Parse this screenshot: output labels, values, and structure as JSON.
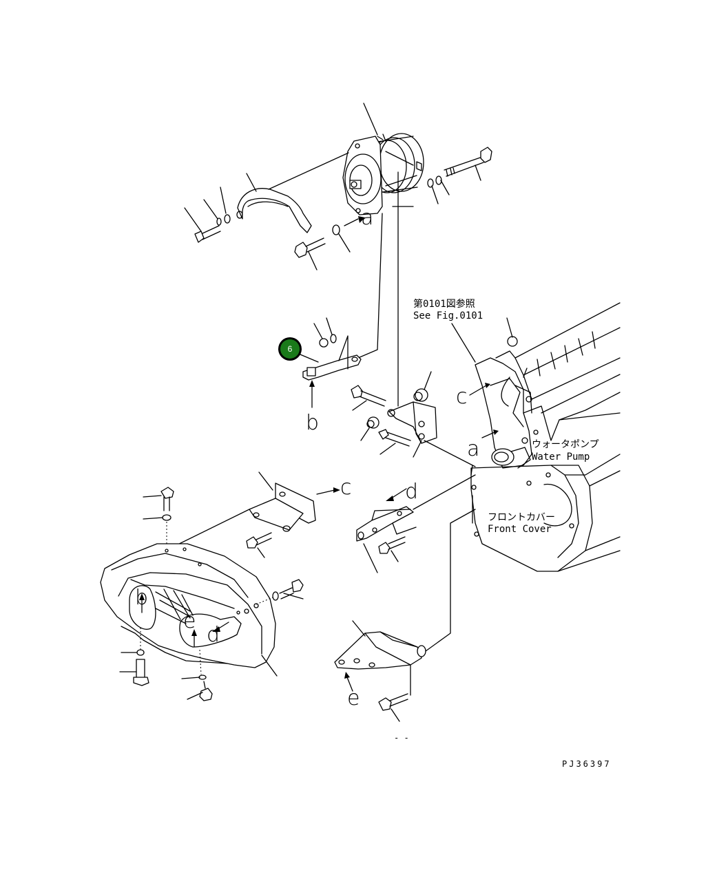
{
  "figure_code": "PJ36397",
  "callout": {
    "number": "6",
    "color": "#1a7a1a",
    "ring_color": "#000000"
  },
  "references": [
    {
      "jp": "第0101図参照",
      "en": "See Fig.0101"
    },
    {
      "jp": "ウォータポンプ",
      "en": "Water Pump"
    },
    {
      "jp": "フロントカバー",
      "en": "Front Cover"
    }
  ],
  "view_letters": {
    "a1": "a",
    "a2": "a",
    "b1": "b",
    "b2": "b",
    "c1": "c",
    "c2": "c",
    "d1": "d",
    "d2": "d",
    "e1": "e",
    "e2": "e"
  },
  "bottom_mark": "- -"
}
